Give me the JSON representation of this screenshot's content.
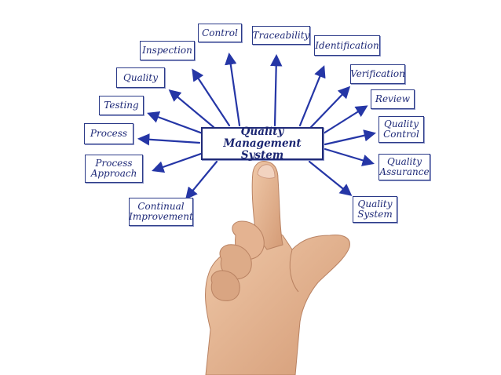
{
  "diagram": {
    "center": {
      "label": "Quality Management\nSystem"
    },
    "items": [
      {
        "id": "control",
        "label": "Control"
      },
      {
        "id": "traceability",
        "label": "Traceability"
      },
      {
        "id": "identification",
        "label": "Identification"
      },
      {
        "id": "inspection",
        "label": "Inspection"
      },
      {
        "id": "quality",
        "label": "Quality"
      },
      {
        "id": "verification",
        "label": "Verification"
      },
      {
        "id": "testing",
        "label": "Testing"
      },
      {
        "id": "review",
        "label": "Review"
      },
      {
        "id": "process",
        "label": "Process"
      },
      {
        "id": "quality-control",
        "label": "Quality\nControl"
      },
      {
        "id": "process-approach",
        "label": "Process\nApproach"
      },
      {
        "id": "quality-assurance",
        "label": "Quality\nAssurance"
      },
      {
        "id": "continual-improvement",
        "label": "Continual\nImprovement"
      },
      {
        "id": "quality-system",
        "label": "Quality\nSystem"
      }
    ],
    "colors": {
      "ink": "#1f2a78",
      "arrow": "#2536a6",
      "skin": "#e2b594",
      "skin_shadow": "#c98f6c"
    },
    "illustration": "pointing-hand"
  }
}
